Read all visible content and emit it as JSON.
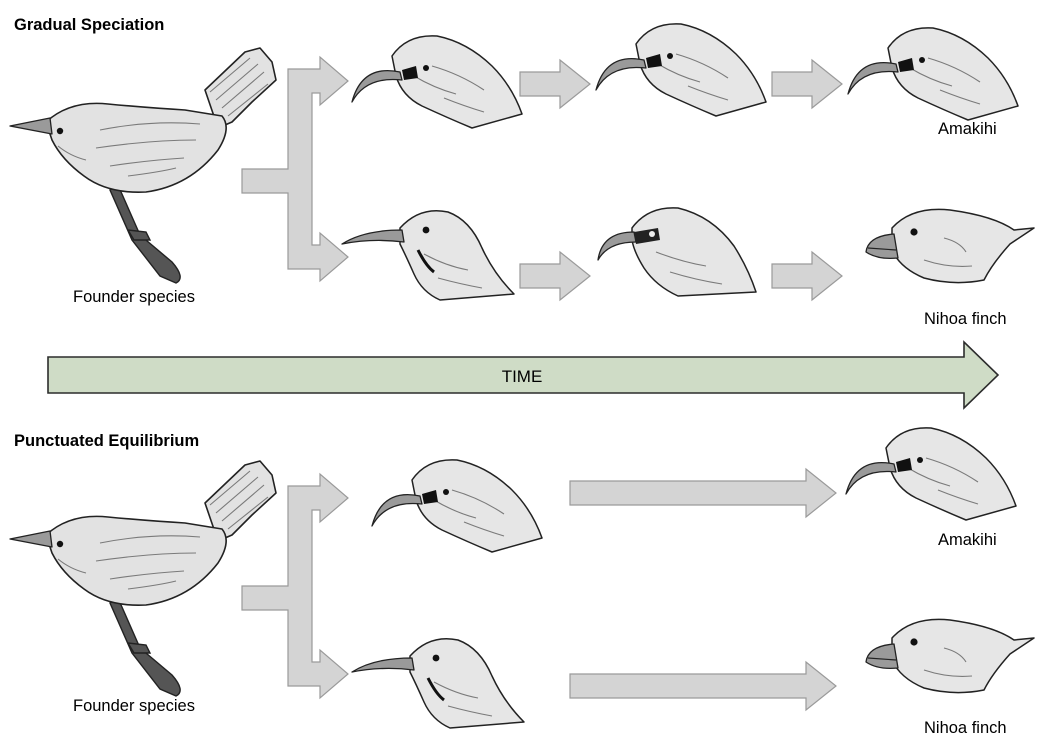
{
  "gradual": {
    "title": "Gradual Speciation",
    "founder_label": "Founder species",
    "top_label": "Amakihi",
    "bottom_label": "Nihoa finch"
  },
  "time": {
    "label": "TIME"
  },
  "punctuated": {
    "title": "Punctuated Equilibrium",
    "founder_label": "Founder species",
    "top_label": "Amakihi",
    "bottom_label": "Nihoa finch"
  },
  "colors": {
    "time_arrow_fill": "#cfdcc6",
    "step_arrow_fill": "#d4d4d4",
    "bird_fill": "#e2e2e2"
  }
}
